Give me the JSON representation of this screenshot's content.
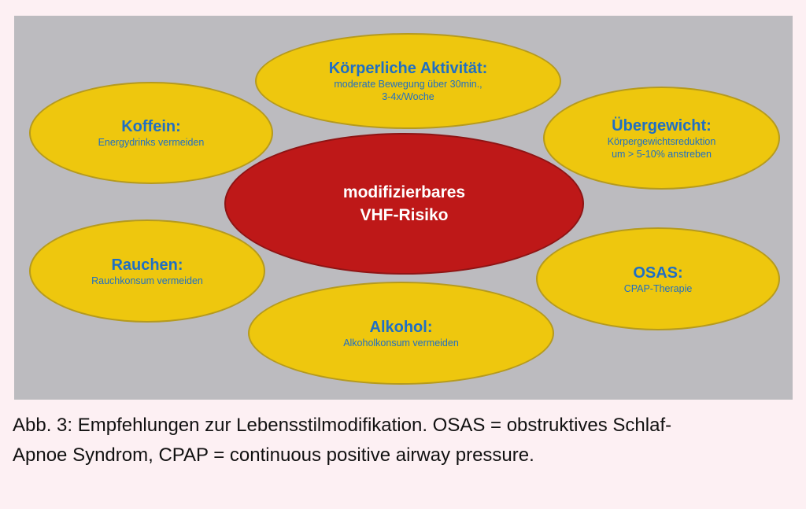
{
  "center": {
    "line1": "modifizierbares",
    "line2": "VHF-Risiko"
  },
  "factors": [
    {
      "title": "Körperliche Aktivität:",
      "line1": "moderate Bewegung über 30min.,",
      "line2": "3-4x/Woche"
    },
    {
      "title": "Koffein:",
      "line1": "Energydrinks vermeiden"
    },
    {
      "title": "Übergewicht:",
      "line1": "Körpergewichtsreduktion",
      "line2": "um > 5-10% anstreben"
    },
    {
      "title": "Rauchen:",
      "line1": "Rauchkonsum vermeiden"
    },
    {
      "title": "OSAS:",
      "line1": "CPAP-Therapie"
    },
    {
      "title": "Alkohol:",
      "line1": "Alkoholkonsum vermeiden"
    }
  ],
  "caption": {
    "line1": "Abb. 3: Empfehlungen zur Lebensstilmodifikation. OSAS = obstruktives Schlaf-",
    "line2": "Apnoe Syndrom, CPAP = continuous positive airway pressure."
  }
}
